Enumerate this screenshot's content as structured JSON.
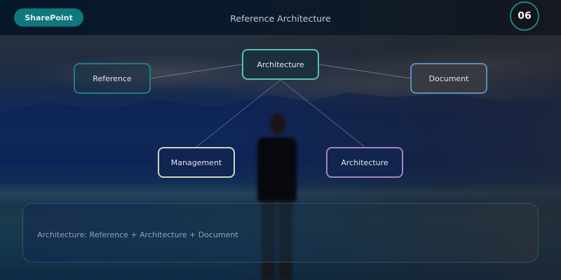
{
  "header": {
    "brand_label": "SharePoint",
    "title": "Reference Architecture",
    "page_number": "06"
  },
  "diagram": {
    "nodes": [
      {
        "id": "reference",
        "label": "Reference",
        "border_color": "#1f7d86"
      },
      {
        "id": "architecture-top",
        "label": "Architecture",
        "border_color": "#5cbfad"
      },
      {
        "id": "document",
        "label": "Document",
        "border_color": "#5b8ec0"
      },
      {
        "id": "management",
        "label": "Management",
        "border_color": "#c9d6bd"
      },
      {
        "id": "architecture-bottom",
        "label": "Architecture",
        "border_color": "#a584c6"
      }
    ],
    "edges": [
      [
        "architecture-top",
        "reference"
      ],
      [
        "architecture-top",
        "document"
      ],
      [
        "architecture-top",
        "management"
      ],
      [
        "architecture-top",
        "architecture-bottom"
      ]
    ]
  },
  "summary": {
    "text": "Architecture: Reference + Architecture + Document"
  },
  "colors": {
    "accent": "#0e7c80",
    "badge_border": "#1b8a82"
  }
}
